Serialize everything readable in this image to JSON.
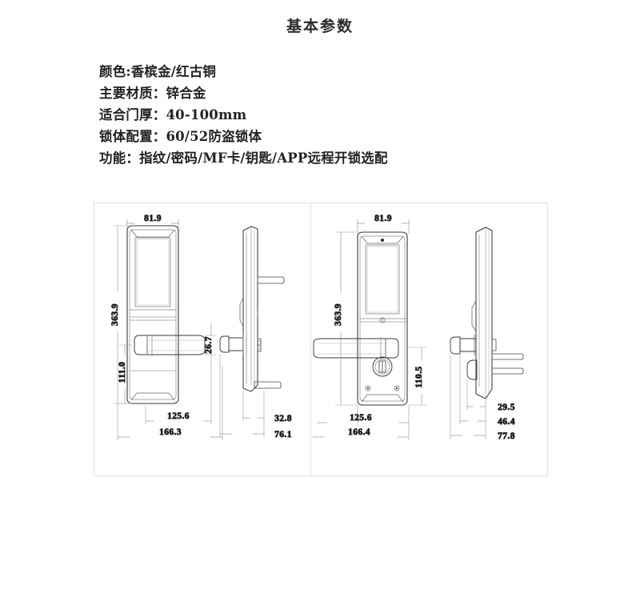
{
  "document": {
    "title": "基本参数",
    "background_color": "#ffffff",
    "text_color": "#232323",
    "panel_border_color": "#e2e2e2"
  },
  "specs": {
    "lines": [
      "颜色:香槟金/红古铜",
      "主要材质：锌合金",
      "适合门厚：40-100mm",
      "锁体配置：60/52防盗锁体",
      "功能：指纹/密码/MF卡/钥匙/APP远程开锁选配"
    ],
    "color_label": "颜色:香槟金/红古铜",
    "material_label": "主要材质：锌合金",
    "door_thickness_label": "适合门厚：40-100mm",
    "lock_body_label": "锁体配置：60/52防盗锁体",
    "features_label": "功能：指纹/密码/MF卡/钥匙/APP远程开锁选配"
  },
  "drawings": {
    "left_panel": {
      "name": "front-panel-drawing",
      "front_view": {
        "width_top": "81.9",
        "height_total": "363.9",
        "height_handle": "111.0",
        "handle_thickness": "26.7",
        "width_inner": "125.6",
        "width_outer": "166.3"
      },
      "side_view": {
        "depth_inner": "32.8",
        "depth_outer": "76.1"
      }
    },
    "right_panel": {
      "name": "back-panel-drawing",
      "front_view": {
        "width_top": "81.9",
        "height_total": "363.9",
        "height_handle": "110.5",
        "width_inner": "125.6",
        "width_outer": "166.4"
      },
      "side_view": {
        "depth_a": "29.5",
        "depth_b": "46.4",
        "depth_c": "77.8"
      }
    }
  },
  "dimension_values": {
    "l_81_9": "81.9",
    "l_363_9": "363.9",
    "l_111_0": "111.0",
    "l_26_7": "26.7",
    "l_125_6": "125.6",
    "l_166_3": "166.3",
    "l_32_8": "32.8",
    "l_76_1": "76.1",
    "r_81_9": "81.9",
    "r_363_9": "363.9",
    "r_110_5": "110.5",
    "r_125_6": "125.6",
    "r_166_4": "166.4",
    "r_29_5": "29.5",
    "r_46_4": "46.4",
    "r_77_8": "77.8"
  }
}
